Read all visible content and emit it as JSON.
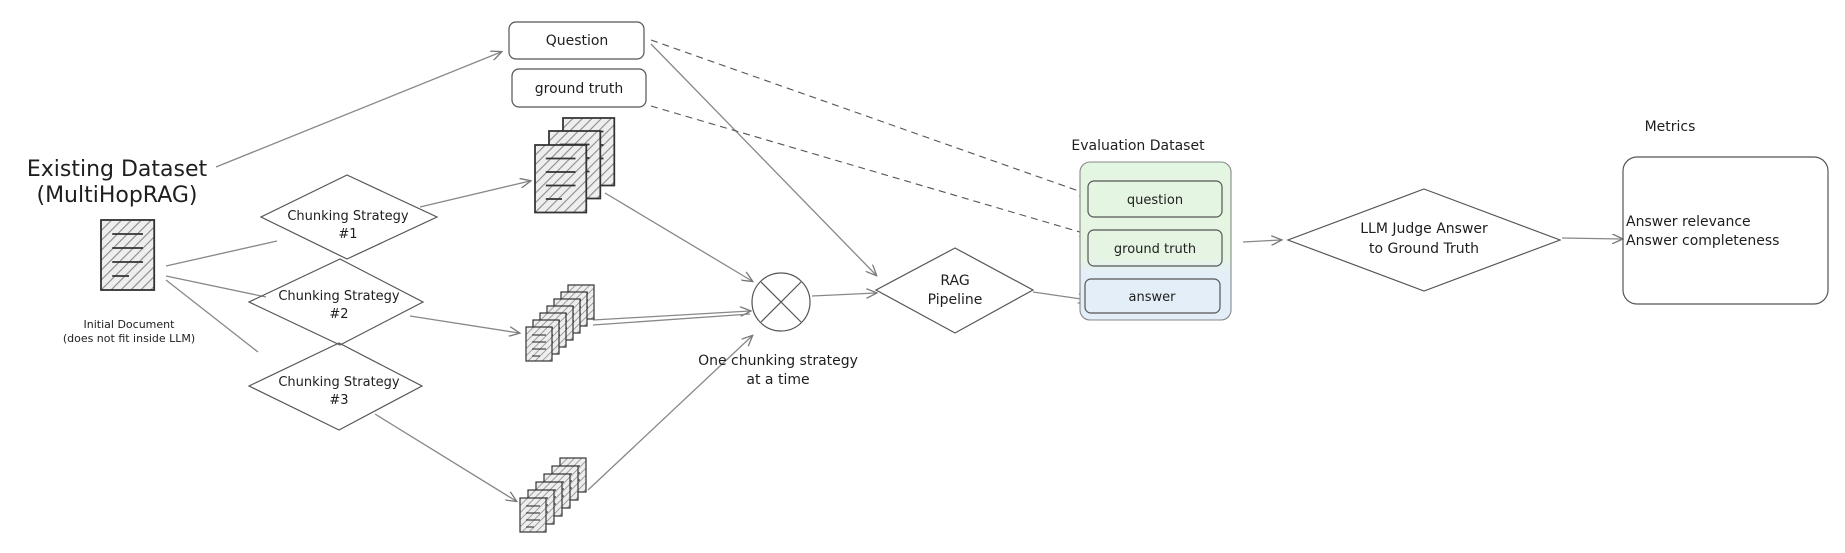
{
  "source": {
    "title_line1": "Existing Dataset",
    "title_line2": "(MultiHopRAG)",
    "doc_caption_line1": "Initial Document",
    "doc_caption_line2": "(does not fit inside LLM)"
  },
  "chunking": [
    {
      "line1": "Chunking Strategy",
      "line2": "#1"
    },
    {
      "line1": "Chunking Strategy",
      "line2": "#2"
    },
    {
      "line1": "Chunking Strategy",
      "line2": "#3"
    }
  ],
  "qa": {
    "question": "Question",
    "ground_truth": "ground truth"
  },
  "combiner": {
    "caption_line1": "One chunking strategy",
    "caption_line2": "at a time"
  },
  "rag": {
    "line1": "RAG",
    "line2": "Pipeline"
  },
  "evaluation": {
    "title": "Evaluation Dataset",
    "question": "question",
    "ground_truth": "ground truth",
    "answer": "answer"
  },
  "judge": {
    "line1": "LLM Judge Answer",
    "line2": "to Ground Truth"
  },
  "metrics": {
    "title": "Metrics",
    "item1": "Answer relevance",
    "item2": "Answer completeness"
  },
  "colors": {
    "eval_top": "#e3f6e1",
    "eval_bottom": "#e3eef9",
    "hatch": "#999999"
  }
}
